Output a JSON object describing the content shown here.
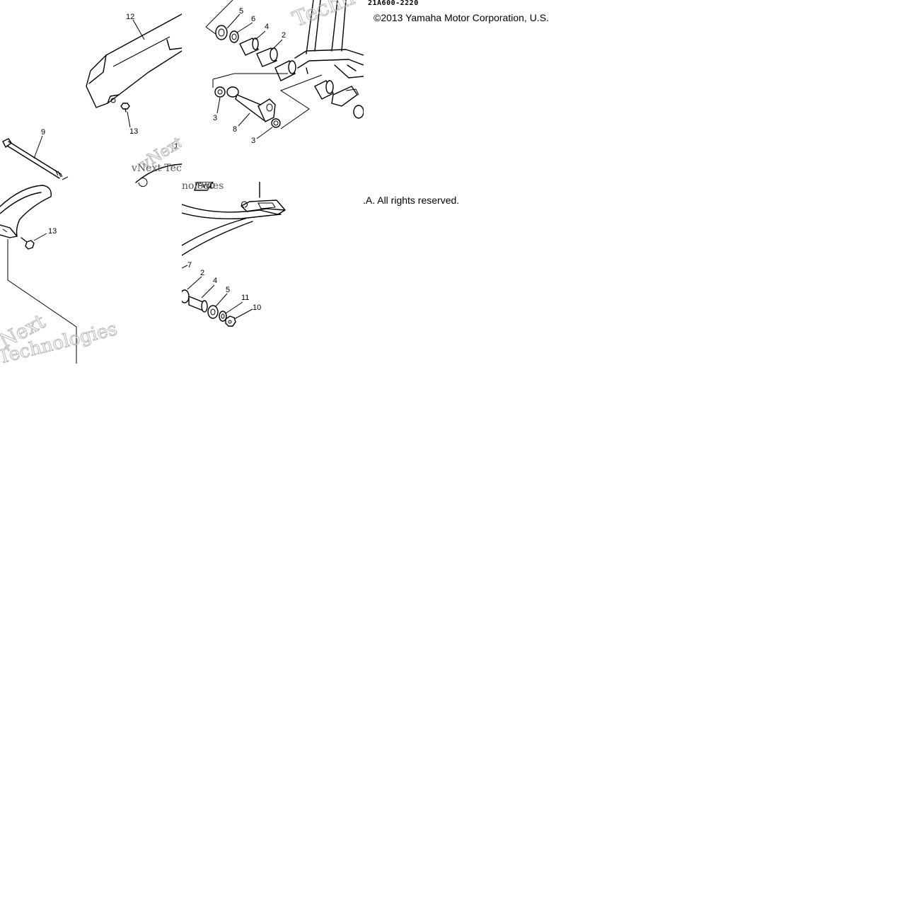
{
  "diagram": {
    "code": "21A600-2220",
    "copyright": "©2013 Yamaha Motor Corporation, U.S.",
    "rights": ".A. All rights reserved.",
    "fwd_mark": "FWD",
    "watermarks": {
      "left_a": "vNext",
      "left_b": "Technologies",
      "top": "Techn",
      "bottom": "nologies",
      "left_serif": "vNext Tec"
    },
    "callouts_left": [
      "12",
      "13",
      "9",
      "1",
      "13"
    ],
    "callouts_top": [
      "5",
      "6",
      "4",
      "2",
      "3",
      "8",
      "3"
    ],
    "callouts_bottom": [
      "7",
      "2",
      "4",
      "5",
      "11",
      "10"
    ]
  }
}
